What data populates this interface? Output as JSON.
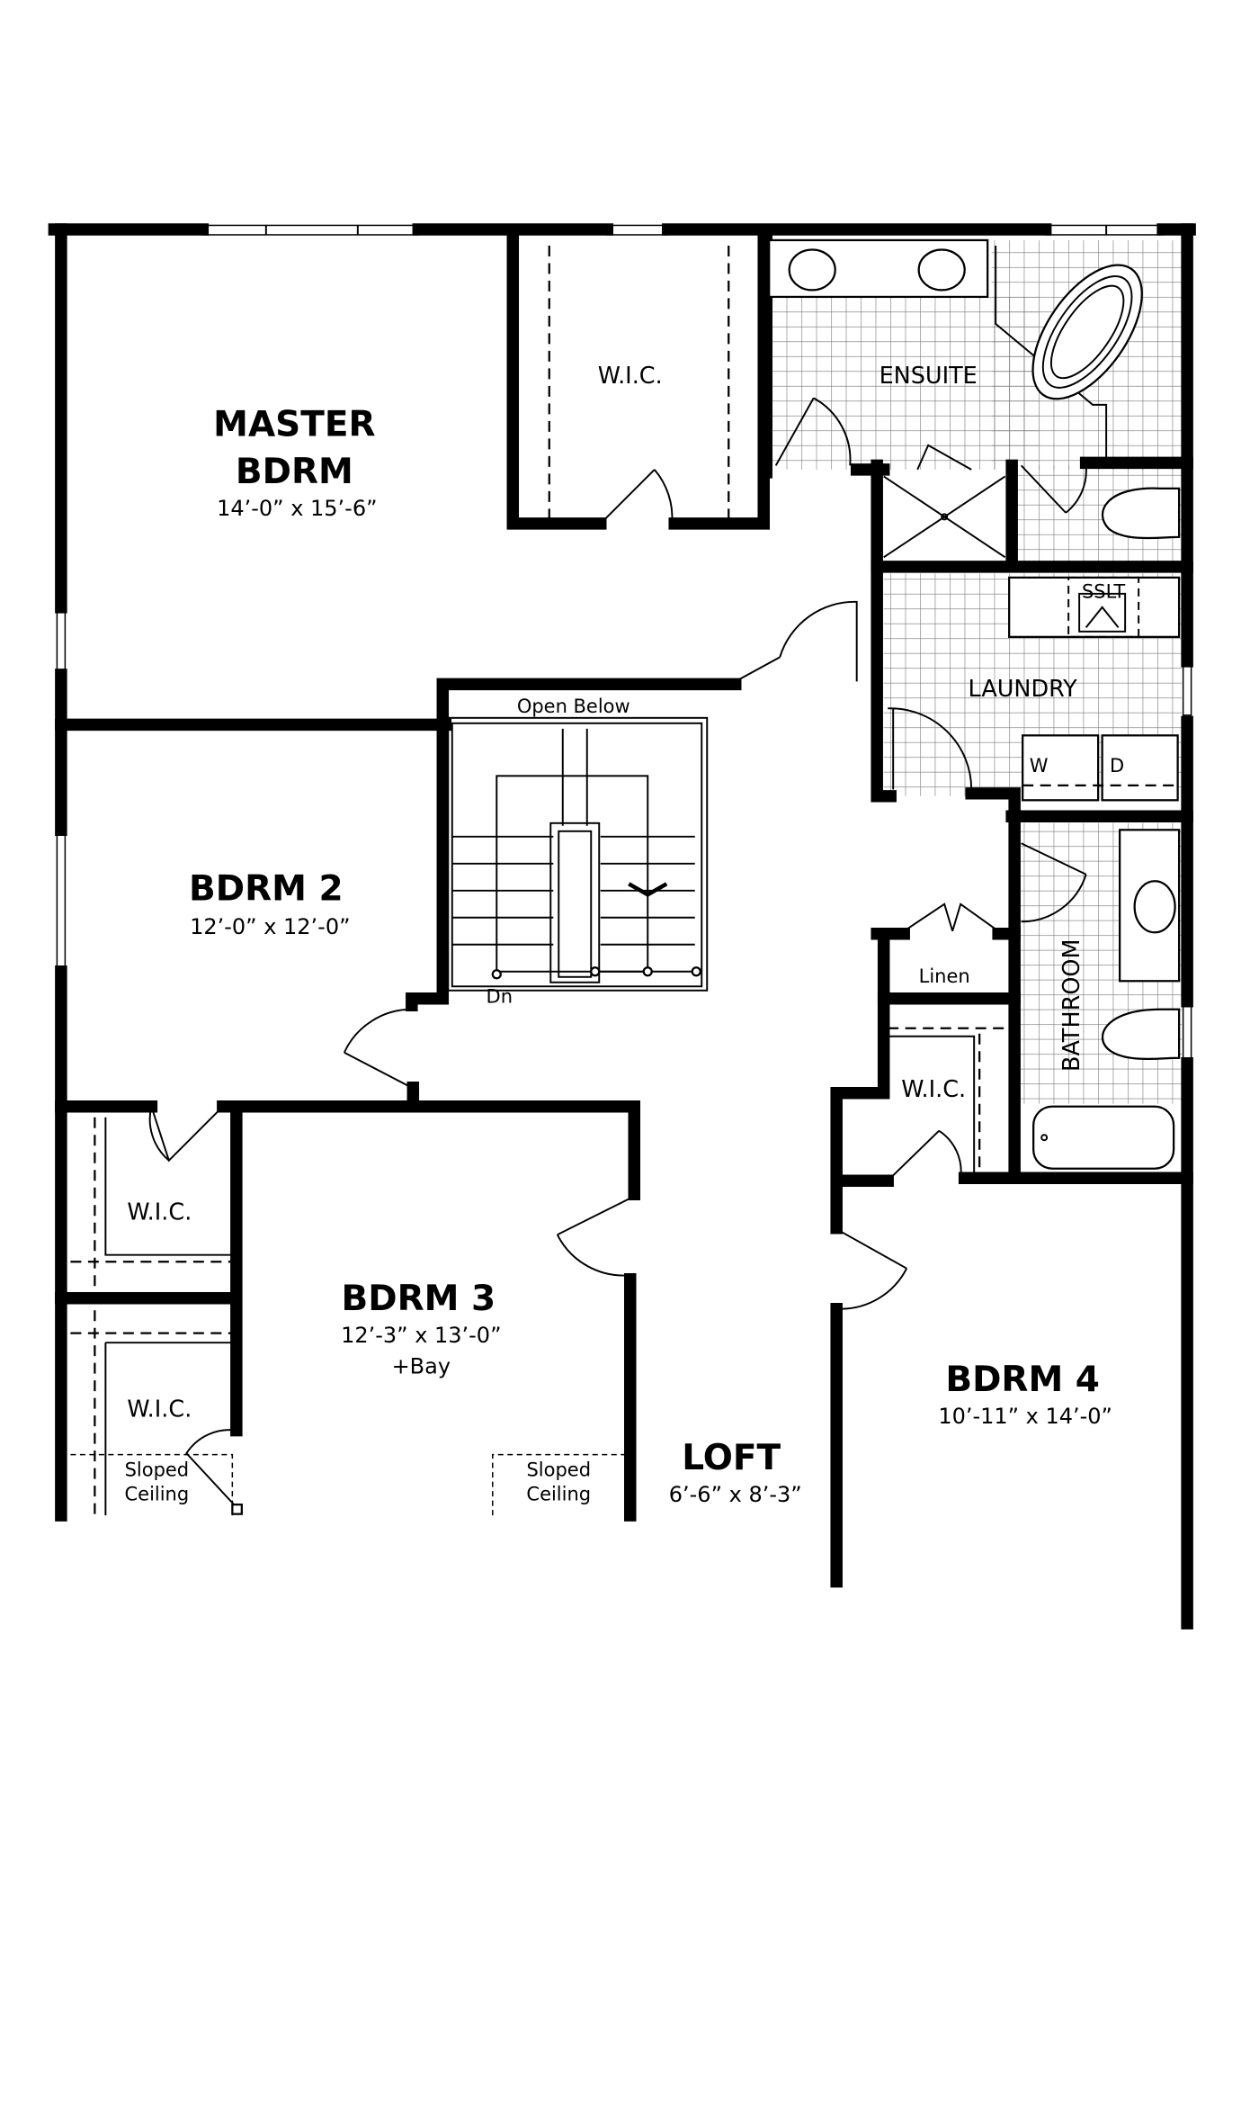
{
  "rooms": {
    "master": {
      "name_line1": "MASTER",
      "name_line2": "BDRM",
      "size": "14’-0” x 15’-6”"
    },
    "master_wic": "W.I.C.",
    "ensuite": "ENSUITE",
    "open_below": "Open Below",
    "laundry": "LAUNDRY",
    "washer": "W",
    "dryer": "D",
    "sslt": "SSLT",
    "linen": "Linen",
    "bathroom": "BATHROOM",
    "bdrm4_wic": "W.I.C.",
    "bdrm2": {
      "name": "BDRM 2",
      "size": "12’-0” x 12’-0”"
    },
    "stair_dn": "Dn",
    "wic_upper": "W.I.C.",
    "wic_lower": "W.I.C.",
    "sloped_left": {
      "line1": "Sloped",
      "line2": "Ceiling"
    },
    "sloped_right": {
      "line1": "Sloped",
      "line2": "Ceiling"
    },
    "bdrm3": {
      "name": "BDRM 3",
      "size": "12’-3” x 13’-0”",
      "extra": "+Bay"
    },
    "loft": {
      "name": "LOFT",
      "size": "6’-6” x 8’-3”"
    },
    "bdrm4": {
      "name": "BDRM 4",
      "size": "10’-11” x 14’-0”"
    }
  }
}
